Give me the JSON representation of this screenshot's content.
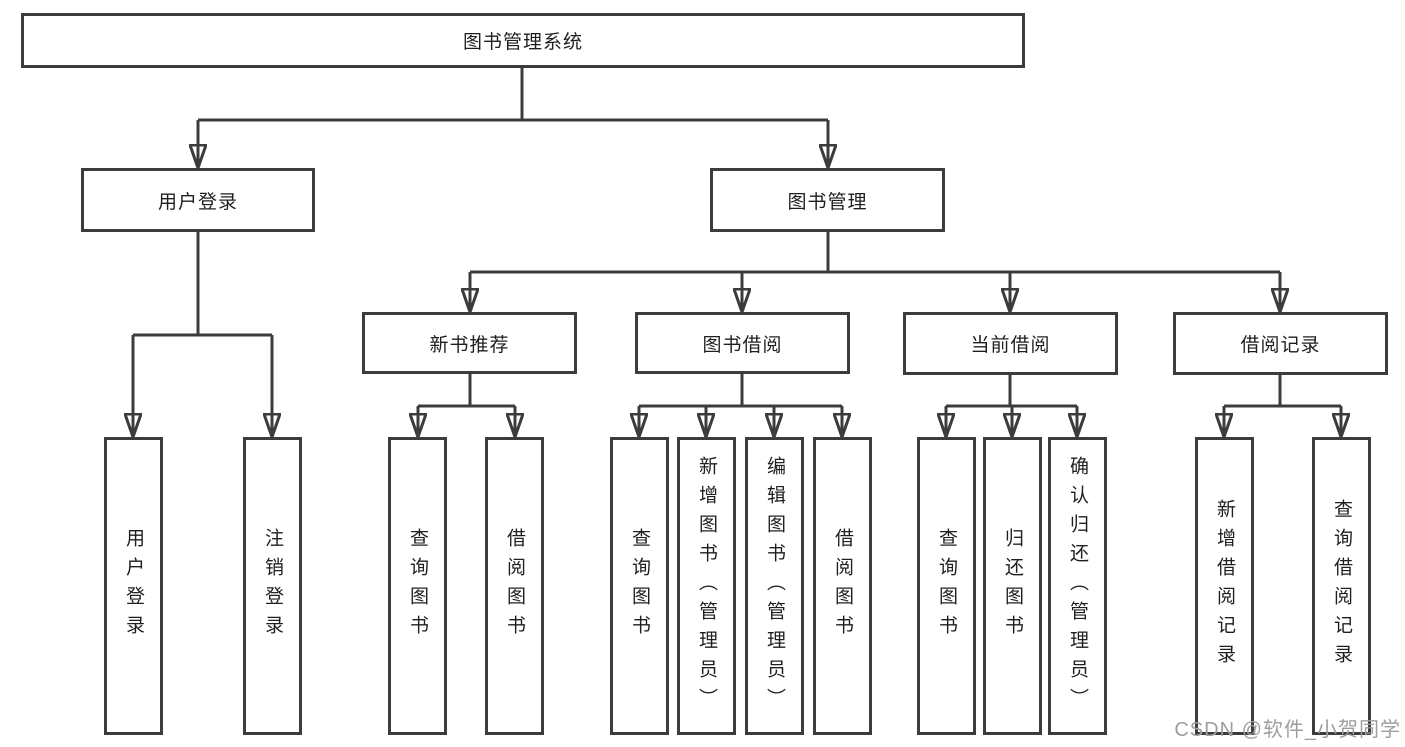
{
  "tree": {
    "label": "图书管理系统",
    "children": [
      {
        "label": "用户登录",
        "children": [
          {
            "label": "用户登录"
          },
          {
            "label": "注销登录"
          }
        ]
      },
      {
        "label": "图书管理",
        "children": [
          {
            "label": "新书推荐",
            "children": [
              {
                "label": "查询图书"
              },
              {
                "label": "借阅图书"
              }
            ]
          },
          {
            "label": "图书借阅",
            "children": [
              {
                "label": "查询图书"
              },
              {
                "label": "新增图书（管理员）"
              },
              {
                "label": "编辑图书（管理员）"
              },
              {
                "label": "借阅图书"
              }
            ]
          },
          {
            "label": "当前借阅",
            "children": [
              {
                "label": "查询图书"
              },
              {
                "label": "归还图书"
              },
              {
                "label": "确认归还（管理员）"
              }
            ]
          },
          {
            "label": "借阅记录",
            "children": [
              {
                "label": "新增借阅记录"
              },
              {
                "label": "查询借阅记录"
              }
            ]
          }
        ]
      }
    ]
  },
  "watermark": {
    "text": "CSDN @软件_小贺同学"
  },
  "colors": {
    "line": "#3c3c3c",
    "box_border": "#3c3c3c",
    "box_fill": "#ffffff",
    "text": "#1f1f1f",
    "watermark": "#9e9e9e",
    "background": "#ffffff"
  }
}
